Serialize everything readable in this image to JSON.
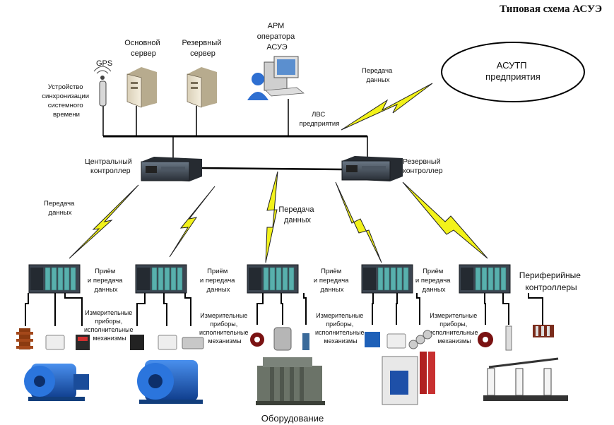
{
  "title": "Типовая схема АСУЭ",
  "top": {
    "gps": "GPS",
    "sync_device": [
      "Устройство",
      "синхронизации",
      "системного",
      "времени"
    ],
    "main_server": [
      "Основной",
      "сервер"
    ],
    "backup_server": [
      "Резервный",
      "сервер"
    ],
    "arm": [
      "АРМ",
      "оператора",
      "АСУЭ"
    ],
    "data_transfer": [
      "Передача",
      "данных"
    ],
    "asutp": [
      "АСУТП",
      "предприятия"
    ],
    "lan": [
      "ЛВС",
      "предприятия"
    ]
  },
  "controllers": {
    "central": [
      "Центральный",
      "контроллер"
    ],
    "backup": [
      "Резервный",
      "контроллер"
    ]
  },
  "links": {
    "left_transfer": [
      "Передача",
      "данных"
    ],
    "center_transfer": [
      "Передача",
      "данных"
    ]
  },
  "peripheral": {
    "label": [
      "Периферийные",
      "контроллеры"
    ],
    "receive_transmit": [
      "Приём",
      "и передача",
      "данных"
    ],
    "instruments": [
      "Измерительные",
      "приборы,",
      "исполнительные",
      "механизмы"
    ]
  },
  "equipment_label": "Оборудование",
  "colors": {
    "lightning": "#f2f21a",
    "lightning_stroke": "#222222",
    "module": "#58b0ad",
    "controller_body": "#3c4550",
    "motor": "#1d62c8"
  }
}
